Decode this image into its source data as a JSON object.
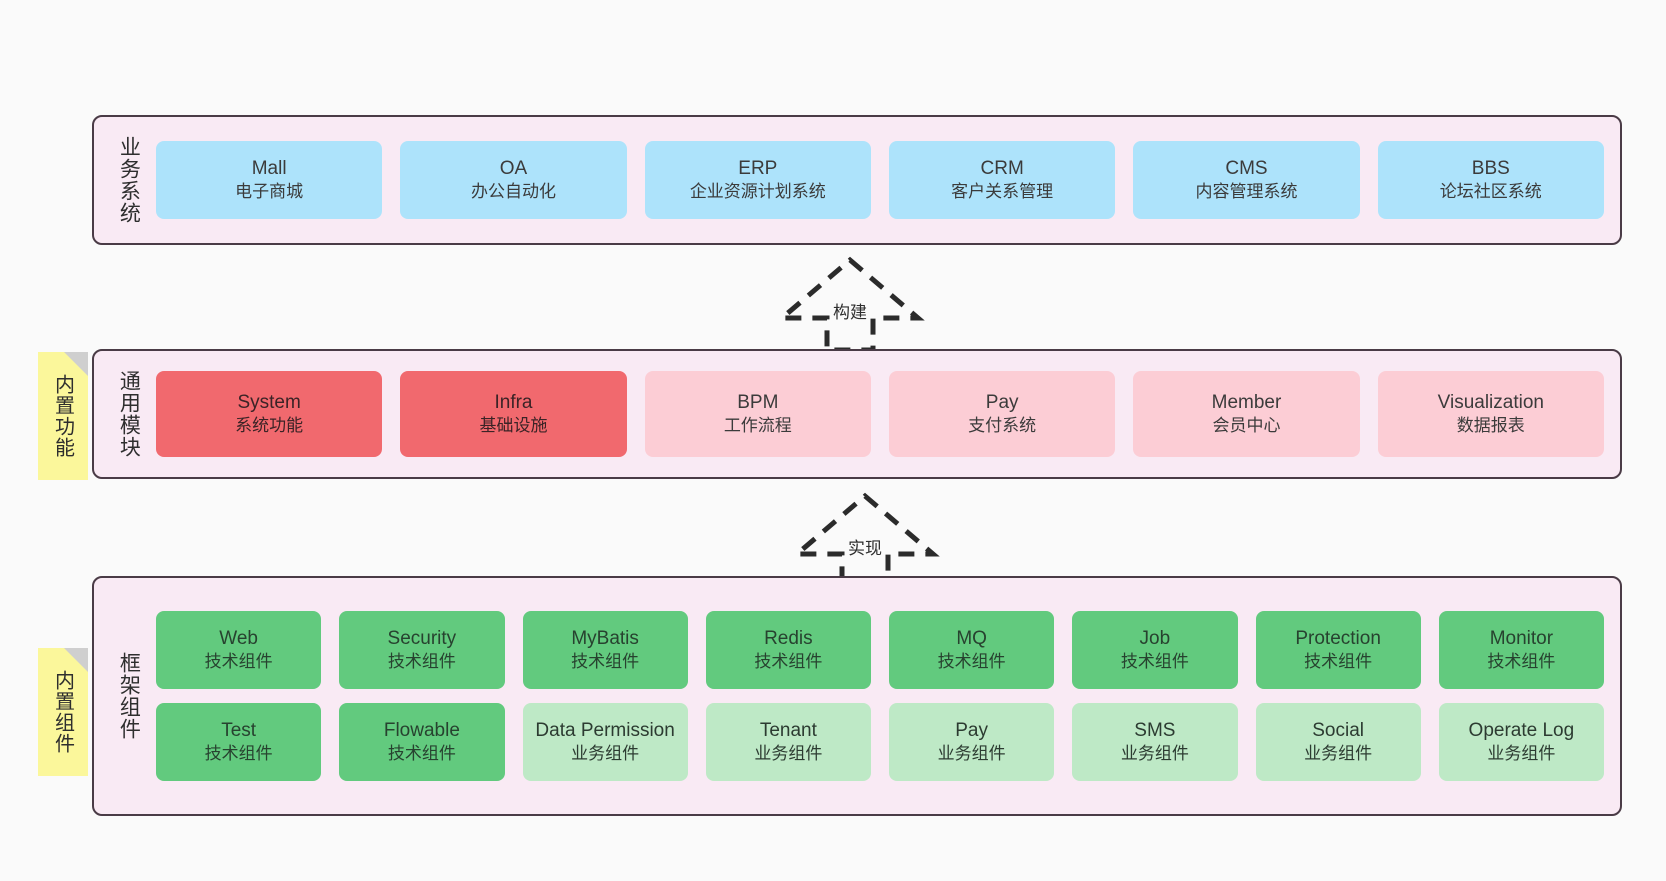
{
  "diagram": {
    "background": "#fafafa",
    "layer_bg": "#f9eaf4",
    "layer_border": "#4a3b46",
    "note_bg": "#fbf79b",
    "colors": {
      "business_card": "#ade3fb",
      "core_module": "#f1696e",
      "optional_module": "#fccdd5",
      "tech_component": "#62ca7e",
      "biz_component": "#bee9c6"
    }
  },
  "layers": [
    {
      "id": "business-system",
      "title": "业务系统",
      "note": null,
      "rows": [
        {
          "style": "blue",
          "cards": [
            {
              "title": "Mall",
              "subtitle": "电子商城"
            },
            {
              "title": "OA",
              "subtitle": "办公自动化"
            },
            {
              "title": "ERP",
              "subtitle": "企业资源计划系统"
            },
            {
              "title": "CRM",
              "subtitle": "客户关系管理"
            },
            {
              "title": "CMS",
              "subtitle": "内容管理系统"
            },
            {
              "title": "BBS",
              "subtitle": "论坛社区系统"
            }
          ]
        }
      ]
    },
    {
      "id": "common-module",
      "title": "通用模块",
      "note": "内置功能",
      "rows": [
        {
          "style": "mixed",
          "cards": [
            {
              "title": "System",
              "subtitle": "系统功能",
              "style": "red"
            },
            {
              "title": "Infra",
              "subtitle": "基础设施",
              "style": "red"
            },
            {
              "title": "BPM",
              "subtitle": "工作流程",
              "style": "pink"
            },
            {
              "title": "Pay",
              "subtitle": "支付系统",
              "style": "pink"
            },
            {
              "title": "Member",
              "subtitle": "会员中心",
              "style": "pink"
            },
            {
              "title": "Visualization",
              "subtitle": "数据报表",
              "style": "pink"
            }
          ]
        }
      ]
    },
    {
      "id": "framework-component",
      "title": "框架组件",
      "note": "内置组件",
      "rows": [
        {
          "style": "green",
          "cards": [
            {
              "title": "Web",
              "subtitle": "技术组件",
              "style": "green"
            },
            {
              "title": "Security",
              "subtitle": "技术组件",
              "style": "green"
            },
            {
              "title": "MyBatis",
              "subtitle": "技术组件",
              "style": "green"
            },
            {
              "title": "Redis",
              "subtitle": "技术组件",
              "style": "green"
            },
            {
              "title": "MQ",
              "subtitle": "技术组件",
              "style": "green"
            },
            {
              "title": "Job",
              "subtitle": "技术组件",
              "style": "green"
            },
            {
              "title": "Protection",
              "subtitle": "技术组件",
              "style": "green"
            },
            {
              "title": "Monitor",
              "subtitle": "技术组件",
              "style": "green"
            }
          ]
        },
        {
          "style": "mixed",
          "cards": [
            {
              "title": "Test",
              "subtitle": "技术组件",
              "style": "green"
            },
            {
              "title": "Flowable",
              "subtitle": "技术组件",
              "style": "green"
            },
            {
              "title": "Data Permission",
              "subtitle": "业务组件",
              "style": "lightgreen"
            },
            {
              "title": "Tenant",
              "subtitle": "业务组件",
              "style": "lightgreen"
            },
            {
              "title": "Pay",
              "subtitle": "业务组件",
              "style": "lightgreen"
            },
            {
              "title": "SMS",
              "subtitle": "业务组件",
              "style": "lightgreen"
            },
            {
              "title": "Social",
              "subtitle": "业务组件",
              "style": "lightgreen"
            },
            {
              "title": "Operate Log",
              "subtitle": "业务组件",
              "style": "lightgreen"
            }
          ]
        }
      ]
    }
  ],
  "connectors": [
    {
      "id": "build",
      "label": "构建",
      "from": "common-module",
      "to": "business-system",
      "style": "dashed-hollow-arrow-up"
    },
    {
      "id": "implement",
      "label": "实现",
      "from": "framework-component",
      "to": "common-module",
      "style": "dashed-hollow-arrow-up"
    }
  ]
}
